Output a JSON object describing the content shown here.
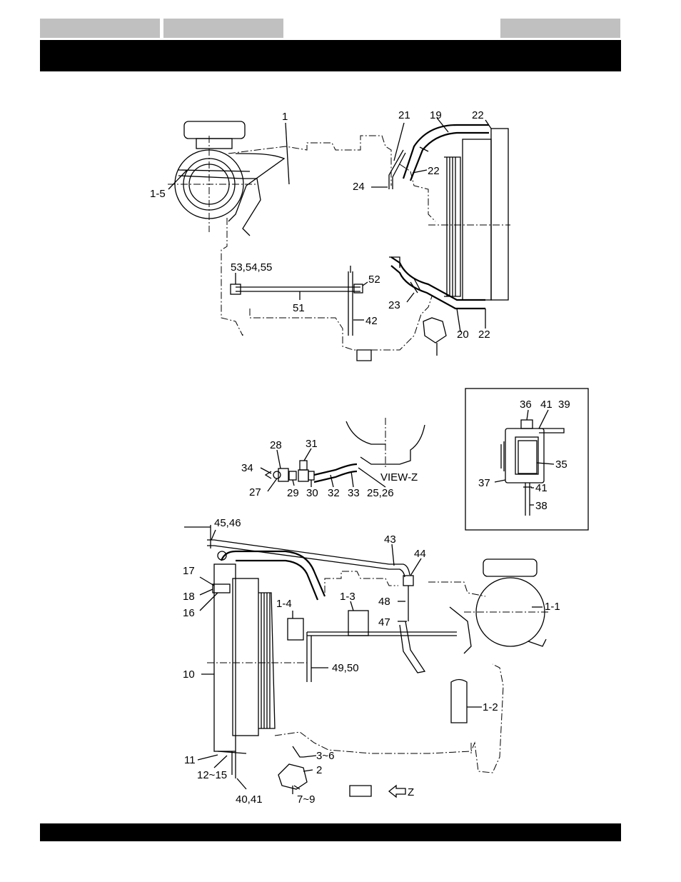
{
  "header": {
    "tabs": [
      "",
      "",
      ""
    ],
    "title": ""
  },
  "labels": {
    "top": [
      "1",
      "21",
      "19",
      "22",
      "22",
      "24",
      "1-5",
      "53,54,55",
      "52",
      "51",
      "23",
      "42",
      "20",
      "22"
    ],
    "viewz": [
      "28",
      "31",
      "34",
      "27",
      "29",
      "30",
      "32",
      "33",
      "25,26",
      "VIEW-Z"
    ],
    "inset": [
      "36",
      "41",
      "39",
      "35",
      "37",
      "41",
      "38"
    ],
    "bottom": [
      "45,46",
      "43",
      "44",
      "17",
      "18",
      "16",
      "48",
      "1-3",
      "1-4",
      "47",
      "1-1",
      "10",
      "49,50",
      "1-2",
      "11",
      "12~15",
      "3~6",
      "2",
      "40,41",
      "7~9",
      "Z"
    ]
  }
}
